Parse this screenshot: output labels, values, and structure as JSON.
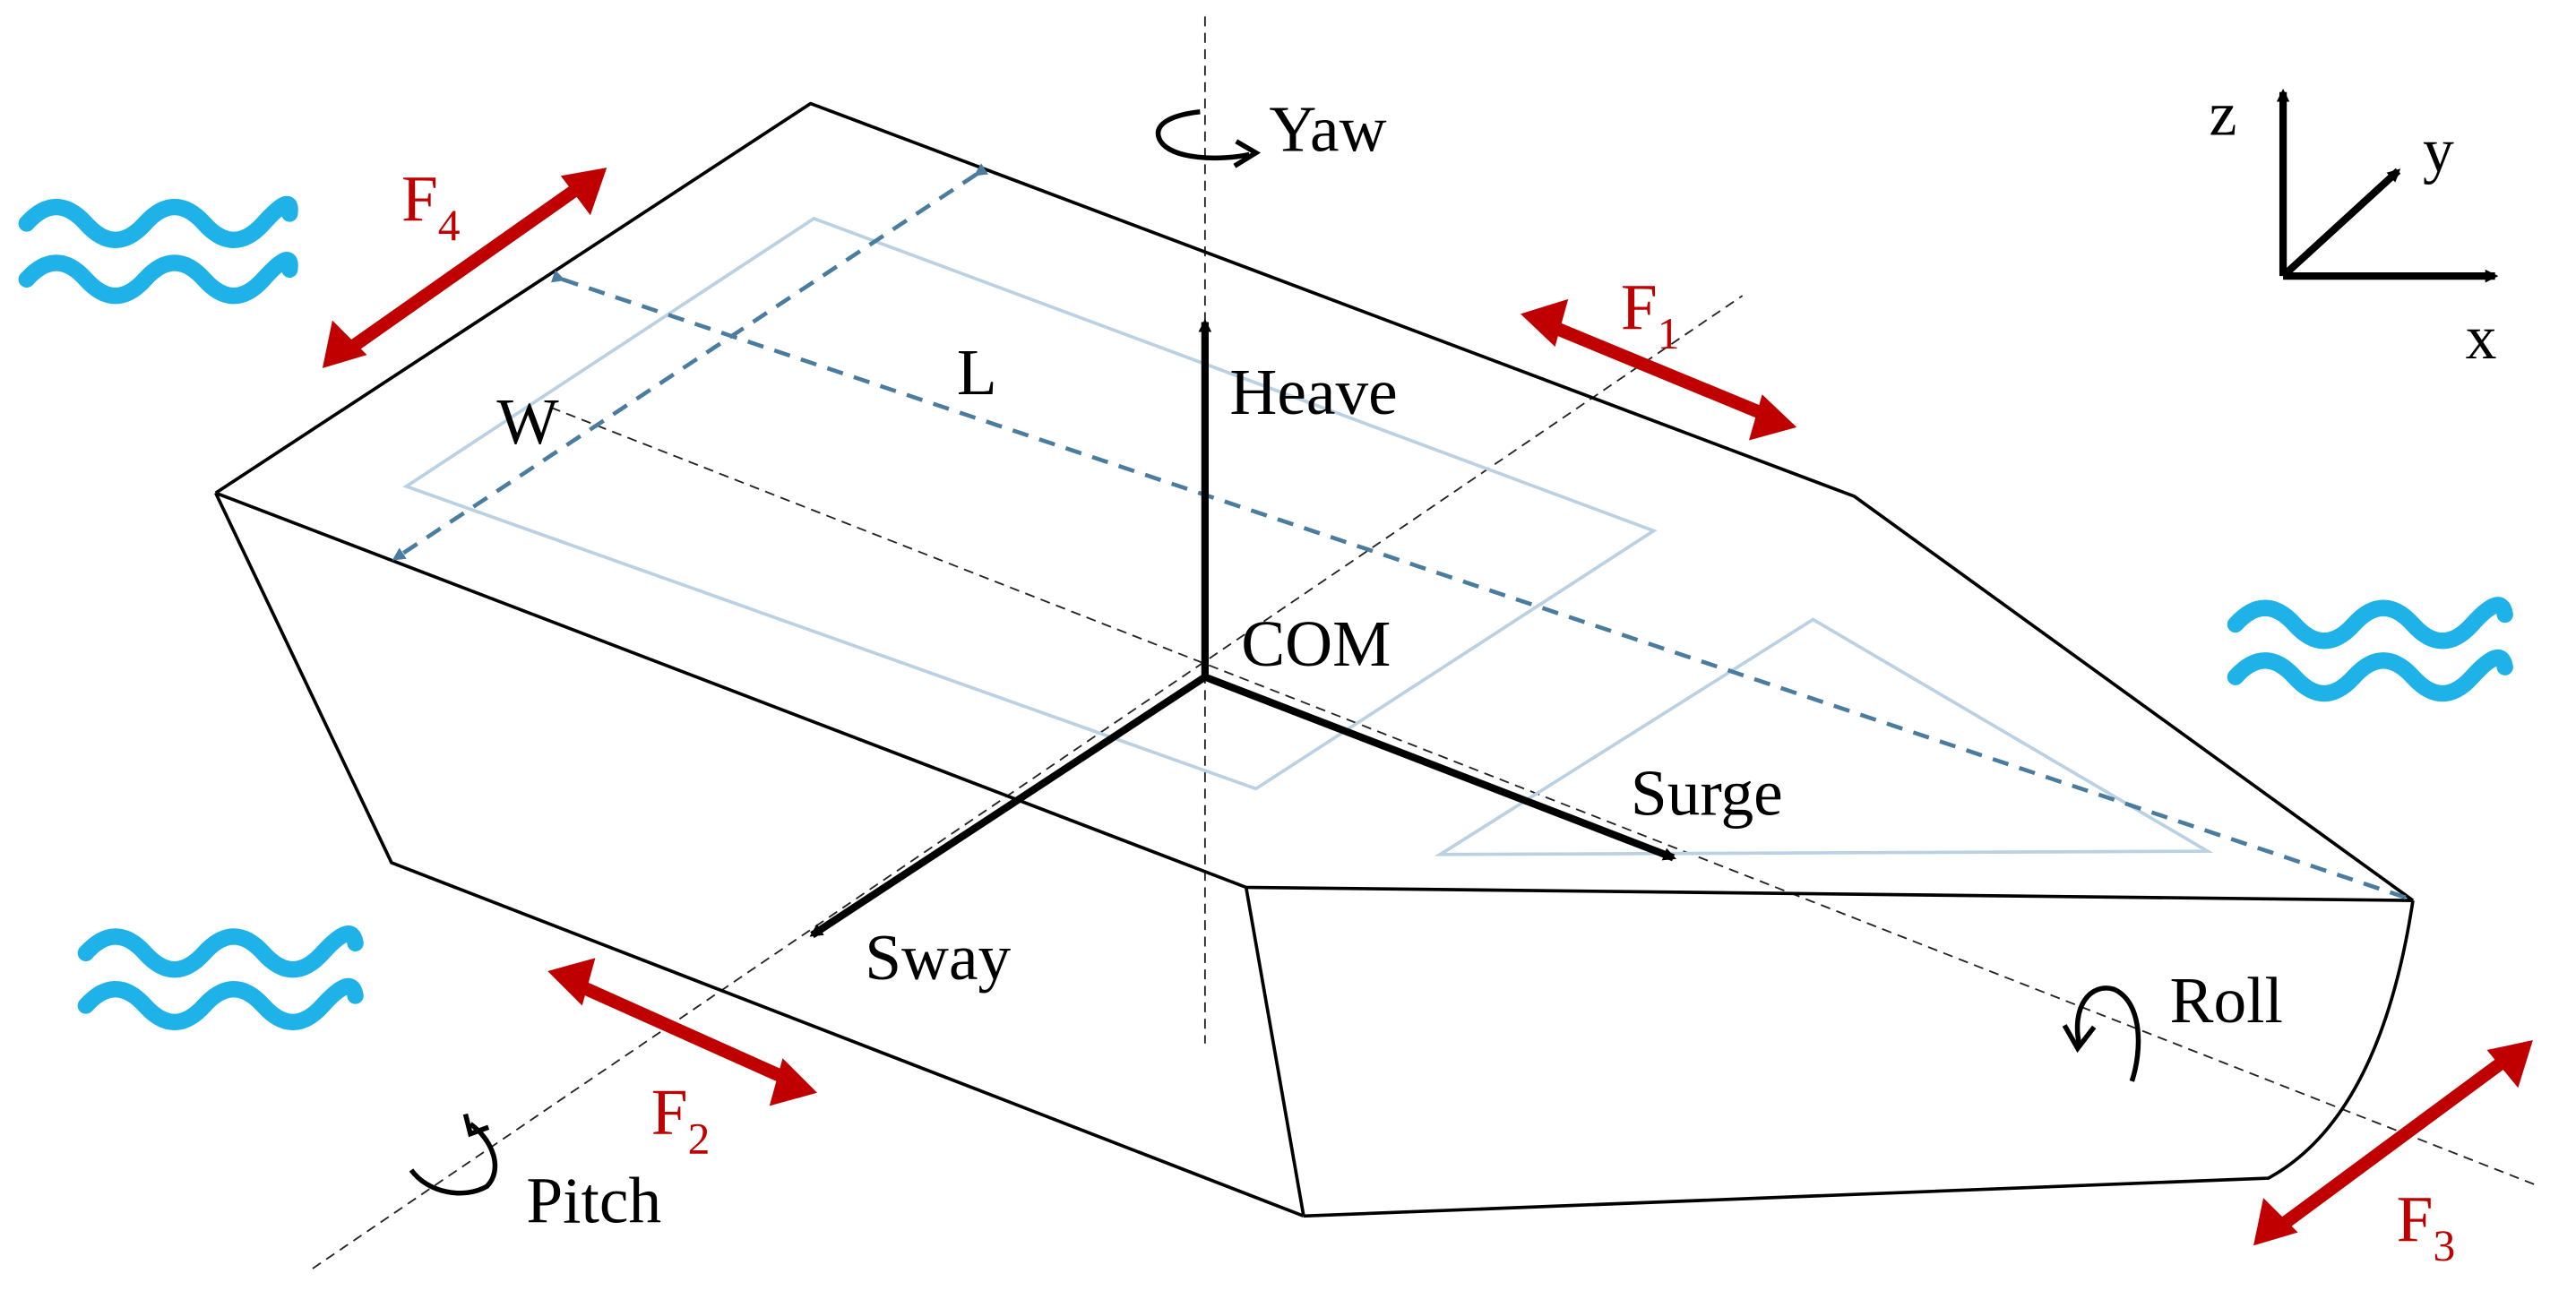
{
  "colors": {
    "hull": "#000000",
    "deck_plate": "#b9d1e2",
    "dashed_dim": "#4a7c9f",
    "force": "#c00000",
    "wave": "#1eb2e8",
    "axis_line": "#222222"
  },
  "labels": {
    "yaw": "Yaw",
    "heave": "Heave",
    "com": "COM",
    "surge": "Surge",
    "sway": "Sway",
    "roll": "Roll",
    "pitch": "Pitch",
    "length": "L",
    "width": "W"
  },
  "forces": {
    "f1": {
      "letter": "F",
      "sub": "1"
    },
    "f2": {
      "letter": "F",
      "sub": "2"
    },
    "f3": {
      "letter": "F",
      "sub": "3"
    },
    "f4": {
      "letter": "F",
      "sub": "4"
    }
  },
  "coord_axes": {
    "x": "x",
    "y": "y",
    "z": "z"
  }
}
